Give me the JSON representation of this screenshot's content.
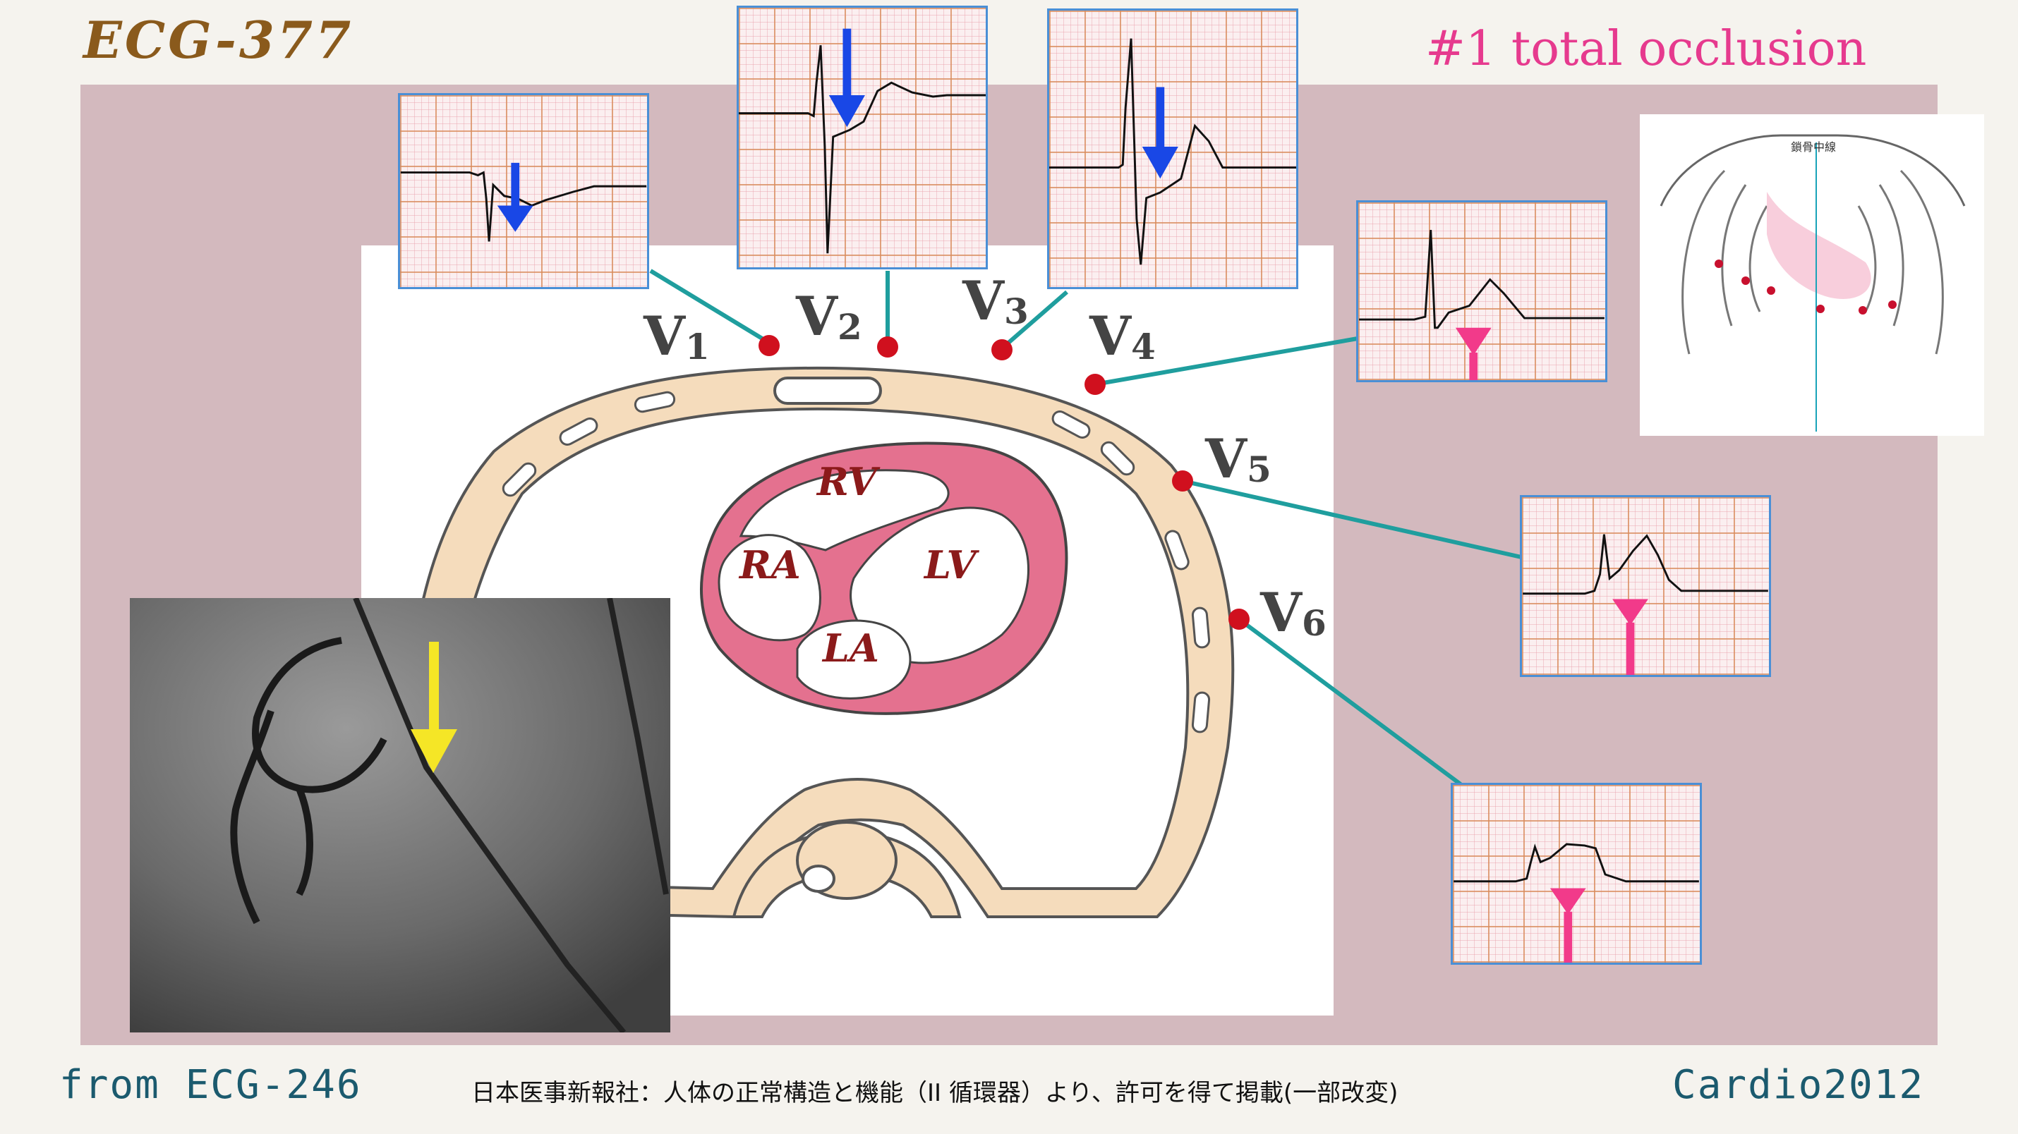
{
  "header": {
    "title": "ECG-377",
    "occlusion_note": "#1 total occlusion"
  },
  "leads": [
    {
      "id": "V1",
      "letter": "V",
      "num": "1"
    },
    {
      "id": "V2",
      "letter": "V",
      "num": "2"
    },
    {
      "id": "V3",
      "letter": "V",
      "num": "3"
    },
    {
      "id": "V4",
      "letter": "V",
      "num": "4"
    },
    {
      "id": "V5",
      "letter": "V",
      "num": "5"
    },
    {
      "id": "V6",
      "letter": "V",
      "num": "6"
    }
  ],
  "chambers": {
    "rv": "RV",
    "ra": "RA",
    "lv": "LV",
    "la": "LA"
  },
  "thorax_label": "鎖骨中線",
  "footer": {
    "source": "from ECG-246",
    "credit": "日本医事新報社：人体の正常構造と機能（II 循環器）より、許可を得て掲載(一部改変)",
    "brand": "Cardio2012"
  },
  "colors": {
    "title": "#8a5a1c",
    "occlusion_note": "#e63a8e",
    "panel": "#d3b9be",
    "ecg_frame": "#4a8fd6",
    "electrode": "#d0101e",
    "connector": "#1f9e9e",
    "down_arrow": "#1947e6",
    "up_arrow": "#f23a8a",
    "angio_arrow": "#f5e626",
    "myocardium": "#e4718f",
    "chest_wall": "#f5dcbc",
    "chamber_text": "#8b1a1a",
    "footer": "#1b5a6e"
  },
  "icons": {
    "down": "arrow-down-icon",
    "up": "arrow-up-icon",
    "electrode": "electrode-dot-icon"
  }
}
